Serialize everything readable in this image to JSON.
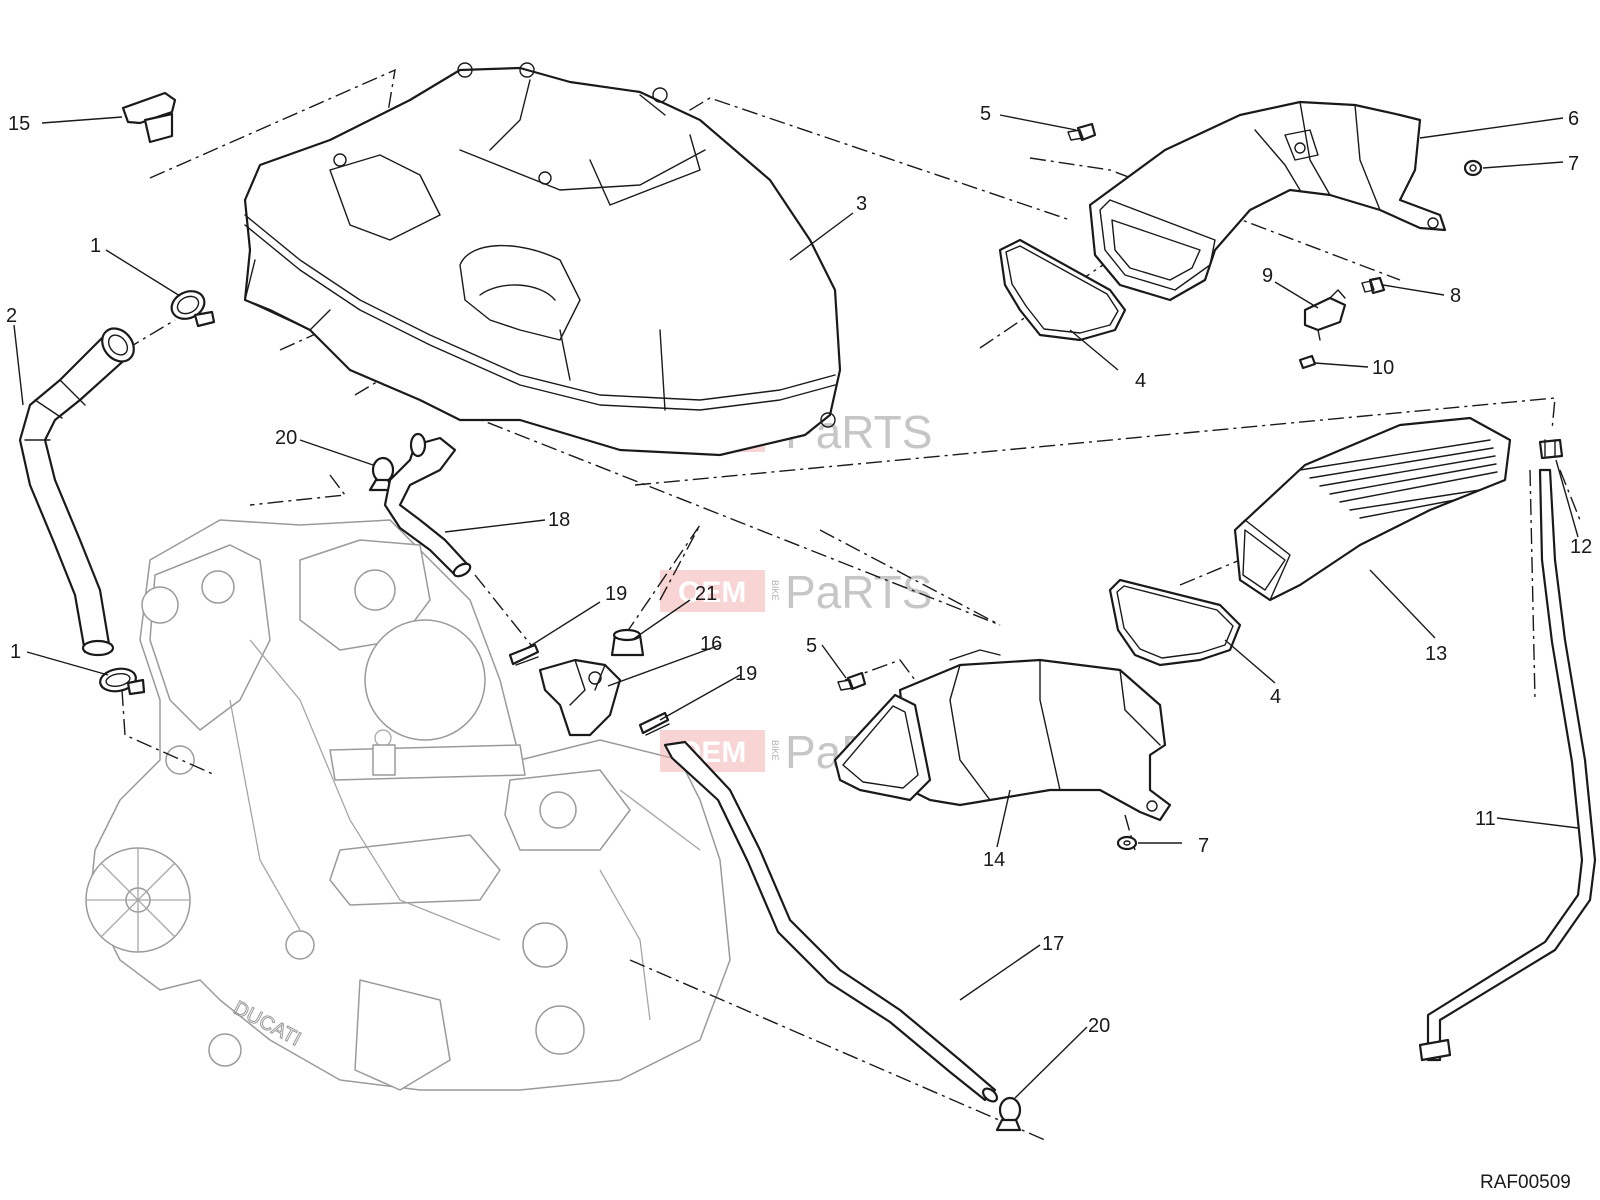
{
  "drawing_code": "RAF00509",
  "callouts": [
    {
      "id": "c15",
      "text": "15"
    },
    {
      "id": "c1a",
      "text": "1"
    },
    {
      "id": "c2",
      "text": "2"
    },
    {
      "id": "c3",
      "text": "3"
    },
    {
      "id": "c5a",
      "text": "5"
    },
    {
      "id": "c6",
      "text": "6"
    },
    {
      "id": "c7a",
      "text": "7"
    },
    {
      "id": "c9",
      "text": "9"
    },
    {
      "id": "c8",
      "text": "8"
    },
    {
      "id": "c4a",
      "text": "4"
    },
    {
      "id": "c10",
      "text": "10"
    },
    {
      "id": "c20a",
      "text": "20"
    },
    {
      "id": "c18",
      "text": "18"
    },
    {
      "id": "c12",
      "text": "12"
    },
    {
      "id": "c13",
      "text": "13"
    },
    {
      "id": "c19a",
      "text": "19"
    },
    {
      "id": "c21",
      "text": "21"
    },
    {
      "id": "c16",
      "text": "16"
    },
    {
      "id": "c19b",
      "text": "19"
    },
    {
      "id": "c5b",
      "text": "5"
    },
    {
      "id": "c4b",
      "text": "4"
    },
    {
      "id": "c1b",
      "text": "1"
    },
    {
      "id": "c14",
      "text": "14"
    },
    {
      "id": "c7b",
      "text": "7"
    },
    {
      "id": "c11",
      "text": "11"
    },
    {
      "id": "c17",
      "text": "17"
    },
    {
      "id": "c20b",
      "text": "20"
    }
  ],
  "watermark": {
    "text_left": "OEM",
    "text_vertical": "BIKE",
    "text_right": "PaRTS",
    "color": "#e05a5a"
  },
  "engine_brand": "DUCATI",
  "colors": {
    "line": "#1a1a1a",
    "engine_line": "#9a9a9a",
    "background": "#ffffff"
  }
}
